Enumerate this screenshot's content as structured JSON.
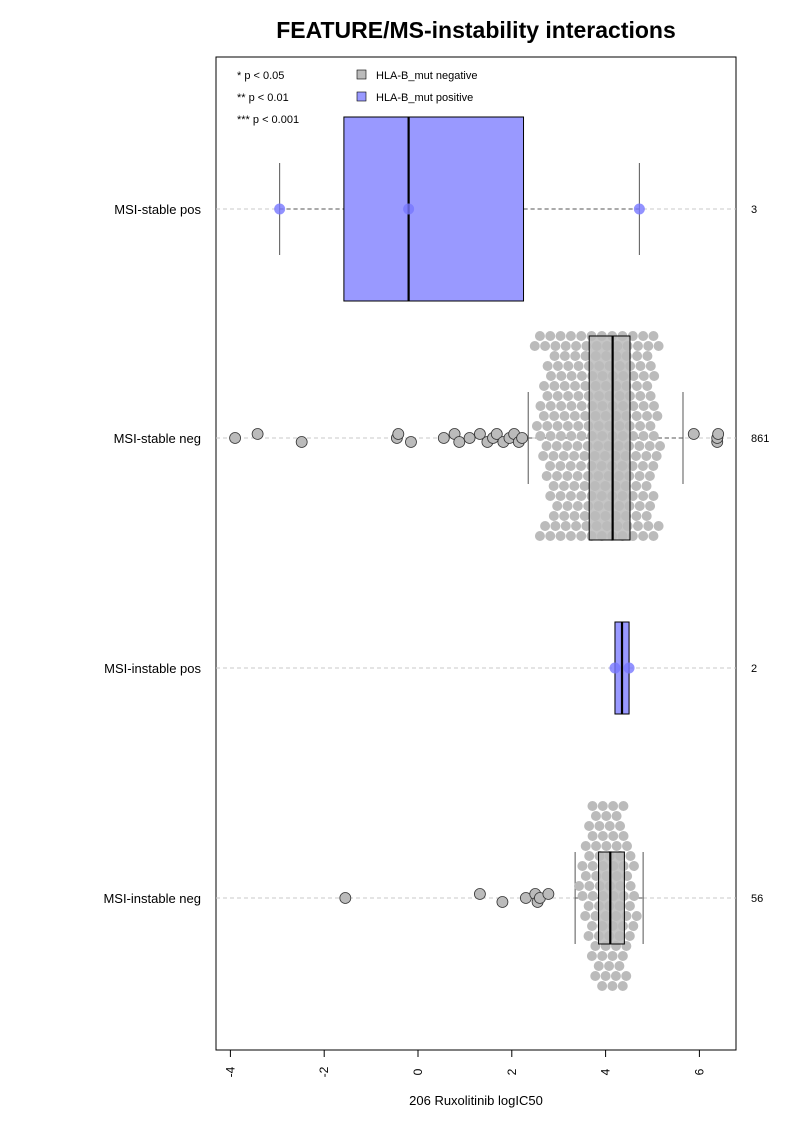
{
  "chart_data": {
    "type": "boxplot-beeswarm",
    "orientation": "horizontal",
    "title": "FEATURE/MS-instability interactions",
    "xlabel": "206 Ruxolitinib logIC50",
    "xlim": [
      -4.3,
      6.8
    ],
    "xticks": [
      -4,
      -2,
      0,
      2,
      4,
      6
    ],
    "significance_legend": [
      "* p < 0.05",
      "** p < 0.01",
      "*** p < 0.001"
    ],
    "legend": [
      {
        "label": "HLA-B_mut negative",
        "color": "#BBBBBB"
      },
      {
        "label": "HLA-B_mut positive",
        "color": "#9999FF"
      }
    ],
    "groups": [
      {
        "label": "MSI-stable pos",
        "n": "3",
        "mutation": "positive",
        "box": {
          "q1": -1.58,
          "median": -0.2,
          "q3": 2.25
        },
        "whiskers": [
          -2.95,
          4.72
        ],
        "points": [
          -2.95,
          -0.2,
          4.72
        ]
      },
      {
        "label": "MSI-stable neg",
        "n": "861",
        "mutation": "negative",
        "box": {
          "q1": 3.65,
          "median": 4.15,
          "q3": 4.52
        },
        "whiskers": [
          2.35,
          5.65
        ],
        "outliers": [
          -3.9,
          -3.42,
          -2.48,
          -0.45,
          -0.42,
          -0.15,
          0.55,
          0.78,
          0.88,
          1.1,
          1.32,
          1.48,
          1.6,
          1.68,
          1.82,
          1.95,
          2.05,
          2.15,
          2.22,
          5.88,
          6.38,
          6.38,
          6.4
        ]
      },
      {
        "label": "MSI-instable pos",
        "n": "2",
        "mutation": "positive",
        "box": {
          "q1": 4.2,
          "median": 4.35,
          "q3": 4.5
        },
        "whiskers": [
          4.2,
          4.5
        ],
        "points": [
          4.2,
          4.5
        ]
      },
      {
        "label": "MSI-instable neg",
        "n": "56",
        "mutation": "negative",
        "box": {
          "q1": 3.85,
          "median": 4.1,
          "q3": 4.4
        },
        "whiskers": [
          3.35,
          4.8
        ],
        "outliers": [
          -1.55,
          1.32,
          1.8,
          2.3,
          2.5,
          2.55,
          2.6,
          2.78
        ]
      }
    ]
  }
}
